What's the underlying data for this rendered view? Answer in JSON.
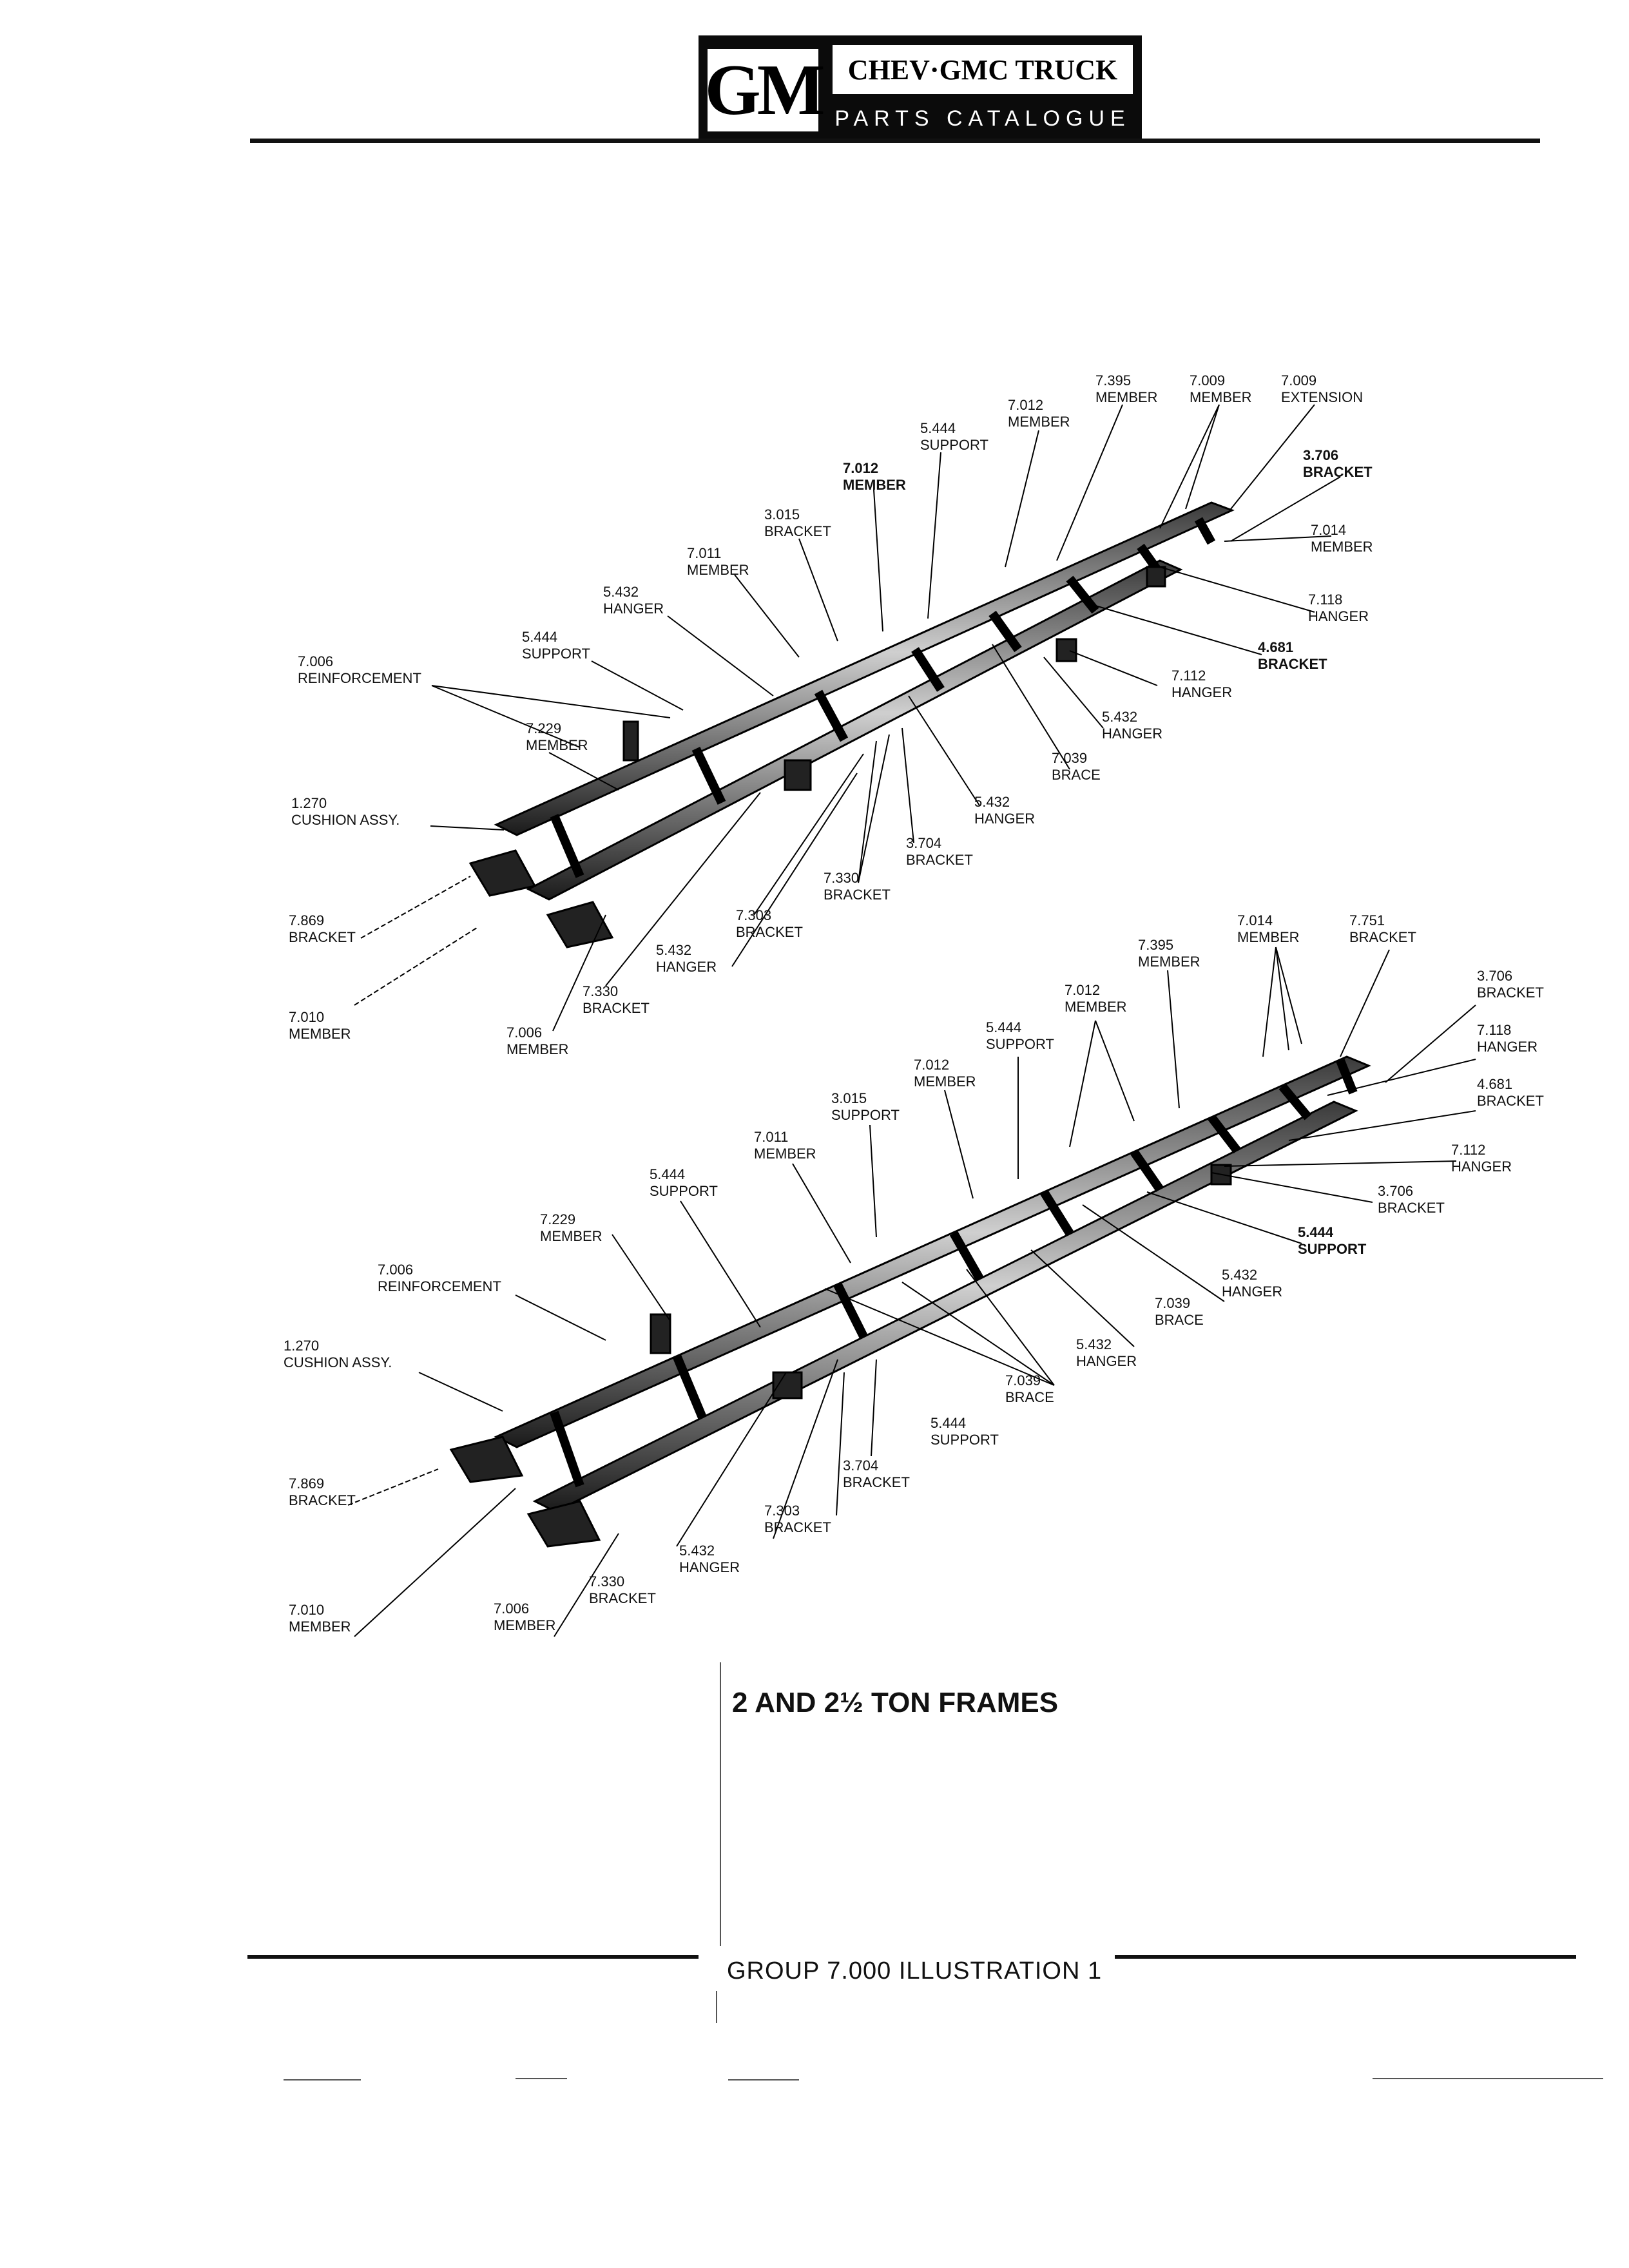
{
  "header": {
    "logo": "GM",
    "brand": "CHEV·GMC TRUCK",
    "subtitle": "PARTS CATALOGUE"
  },
  "upper_diagram": {
    "labels": [
      {
        "num": "7.395",
        "name": "MEMBER"
      },
      {
        "num": "7.009",
        "name": "MEMBER"
      },
      {
        "num": "7.009",
        "name": "EXTENSION"
      },
      {
        "num": "7.012",
        "name": "MEMBER"
      },
      {
        "num": "5.444",
        "name": "SUPPORT"
      },
      {
        "num": "7.012",
        "name": "MEMBER"
      },
      {
        "num": "3.706",
        "name": "BRACKET"
      },
      {
        "num": "3.015",
        "name": "BRACKET"
      },
      {
        "num": "7.014",
        "name": "MEMBER"
      },
      {
        "num": "7.011",
        "name": "MEMBER"
      },
      {
        "num": "7.118",
        "name": "HANGER"
      },
      {
        "num": "5.432",
        "name": "HANGER"
      },
      {
        "num": "4.681",
        "name": "BRACKET"
      },
      {
        "num": "5.444",
        "name": "SUPPORT"
      },
      {
        "num": "7.006",
        "name": "REINFORCEMENT"
      },
      {
        "num": "7.112",
        "name": "HANGER"
      },
      {
        "num": "5.432",
        "name": "HANGER"
      },
      {
        "num": "7.229",
        "name": "MEMBER"
      },
      {
        "num": "7.039",
        "name": "BRACE"
      },
      {
        "num": "5.432",
        "name": "HANGER"
      },
      {
        "num": "1.270",
        "name": "CUSHION ASSY."
      },
      {
        "num": "3.704",
        "name": "BRACKET"
      },
      {
        "num": "7.330",
        "name": "BRACKET"
      },
      {
        "num": "7.303",
        "name": "BRACKET"
      },
      {
        "num": "7.869",
        "name": "BRACKET"
      },
      {
        "num": "5.432",
        "name": "HANGER"
      },
      {
        "num": "7.330",
        "name": "BRACKET"
      },
      {
        "num": "7.010",
        "name": "MEMBER"
      },
      {
        "num": "7.006",
        "name": "MEMBER"
      }
    ]
  },
  "lower_diagram": {
    "labels": [
      {
        "num": "7.014",
        "name": "MEMBER"
      },
      {
        "num": "7.751",
        "name": "BRACKET"
      },
      {
        "num": "7.395",
        "name": "MEMBER"
      },
      {
        "num": "3.706",
        "name": "BRACKET"
      },
      {
        "num": "7.012",
        "name": "MEMBER"
      },
      {
        "num": "5.444",
        "name": "SUPPORT"
      },
      {
        "num": "7.118",
        "name": "HANGER"
      },
      {
        "num": "7.012",
        "name": "MEMBER"
      },
      {
        "num": "4.681",
        "name": "BRACKET"
      },
      {
        "num": "3.015",
        "name": "SUPPORT"
      },
      {
        "num": "7.011",
        "name": "MEMBER"
      },
      {
        "num": "7.112",
        "name": "HANGER"
      },
      {
        "num": "5.444",
        "name": "SUPPORT"
      },
      {
        "num": "3.706",
        "name": "BRACKET"
      },
      {
        "num": "7.229",
        "name": "MEMBER"
      },
      {
        "num": "5.444",
        "name": "SUPPORT"
      },
      {
        "num": "7.006",
        "name": "REINFORCEMENT"
      },
      {
        "num": "5.432",
        "name": "HANGER"
      },
      {
        "num": "7.039",
        "name": "BRACE"
      },
      {
        "num": "1.270",
        "name": "CUSHION ASSY."
      },
      {
        "num": "5.432",
        "name": "HANGER"
      },
      {
        "num": "7.039",
        "name": "BRACE"
      },
      {
        "num": "5.444",
        "name": "SUPPORT"
      },
      {
        "num": "3.704",
        "name": "BRACKET"
      },
      {
        "num": "7.869",
        "name": "BRACKET"
      },
      {
        "num": "7.303",
        "name": "BRACKET"
      },
      {
        "num": "5.432",
        "name": "HANGER"
      },
      {
        "num": "7.330",
        "name": "BRACKET"
      },
      {
        "num": "7.010",
        "name": "MEMBER"
      },
      {
        "num": "7.006",
        "name": "MEMBER"
      }
    ]
  },
  "caption": "2 AND 2½ TON FRAMES",
  "footer": "GROUP 7.000 ILLUSTRATION 1"
}
